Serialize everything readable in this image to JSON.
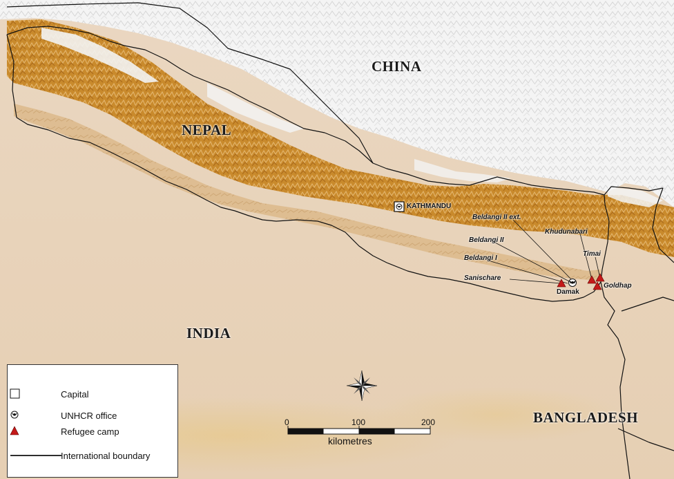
{
  "countries": {
    "china": "CHINA",
    "nepal": "NEPAL",
    "india": "INDIA",
    "bangladesh": "BANGLADESH"
  },
  "capital": {
    "label": "KATHMANDU"
  },
  "unhcr_office": {
    "label": "Damak"
  },
  "camps": {
    "beldangi_ii_ext": "Beldangi II ext.",
    "khudunabari": "Khudunabari",
    "beldangi_ii": "Beldangi II",
    "timai": "Timai",
    "beldangi_i": "Beldangi I",
    "sanischare": "Sanischare",
    "goldhap": "Goldhap"
  },
  "legend": {
    "capital": "Capital",
    "unhcr_office": "UNHCR office",
    "refugee_camp": "Refugee camp",
    "international_boundary": "International boundary"
  },
  "scale": {
    "tick_0": "0",
    "tick_100": "100",
    "tick_200": "200",
    "unit": "kilometres"
  },
  "colors": {
    "plains": "#e9d6bf",
    "foothills": "#d9b27f",
    "mountains": "#c9851f",
    "snow": "#f3f3f3",
    "camp": "#c41a1a",
    "boundary": "#111111"
  },
  "icons": {
    "compass": "compass-rose-icon",
    "unhcr": "unhcr-office-icon",
    "camp": "refugee-camp-icon",
    "capital": "capital-square-icon"
  }
}
